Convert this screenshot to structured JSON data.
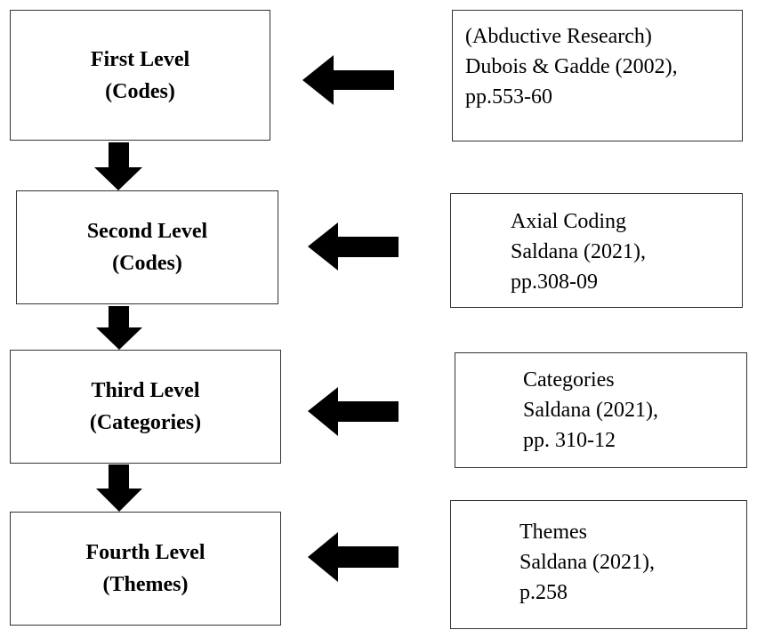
{
  "levels": [
    {
      "title": "First Level",
      "subtitle": "(Codes)"
    },
    {
      "title": "Second Level",
      "subtitle": "(Codes)"
    },
    {
      "title": "Third Level",
      "subtitle": "(Categories)"
    },
    {
      "title": "Fourth Level",
      "subtitle": "(Themes)"
    }
  ],
  "references": [
    {
      "lines": [
        "(Abductive Research)",
        "Dubois & Gadde (2002),",
        "pp.553-60"
      ]
    },
    {
      "lines": [
        "Axial Coding",
        "Saldana (2021),",
        "pp.308-09"
      ]
    },
    {
      "lines": [
        "Categories",
        "Saldana (2021),",
        "pp. 310-12"
      ]
    },
    {
      "lines": [
        "Themes",
        "Saldana (2021),",
        "p.258"
      ]
    }
  ],
  "colors": {
    "arrow": "#000000",
    "border": "#333333"
  }
}
